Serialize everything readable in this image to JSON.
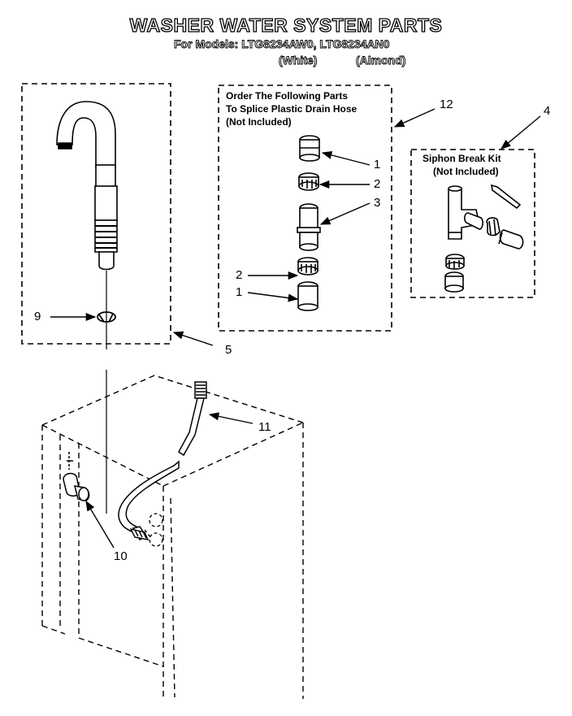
{
  "title": "WASHER WATER SYSTEM PARTS",
  "models_line": "For Models: LTG8234AW0, LTG8234AN0",
  "color_white": "(White)",
  "color_almond": "(Almond)",
  "splice_note": {
    "line1": "Order The Following Parts",
    "line2": "To Splice Plastic Drain Hose",
    "line3": "(Not Included)"
  },
  "siphon_note": {
    "line1": "Siphon Break Kit",
    "line2": "(Not Included)"
  },
  "callouts": {
    "c1a": "1",
    "c2a": "2",
    "c3": "3",
    "c2b": "2",
    "c1b": "1",
    "c4": "4",
    "c5": "5",
    "c9": "9",
    "c10": "10",
    "c11": "11",
    "c12": "12"
  }
}
